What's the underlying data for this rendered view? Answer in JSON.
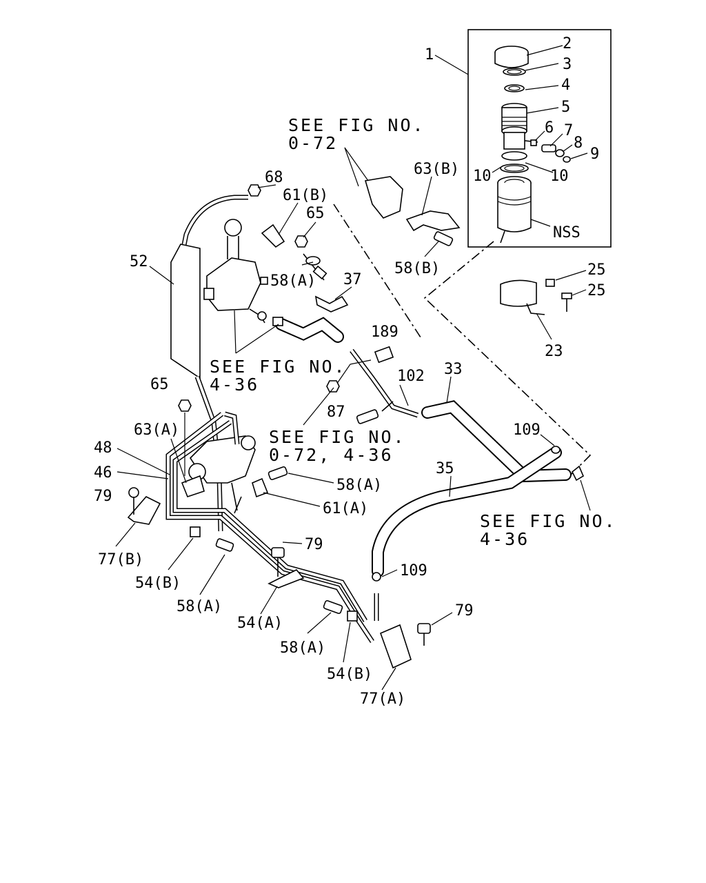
{
  "diagram": {
    "callouts": {
      "c1": "1",
      "c2": "2",
      "c3": "3",
      "c4": "4",
      "c5": "5",
      "c6": "6",
      "c7": "7",
      "c8": "8",
      "c9": "9",
      "c10a": "10",
      "c10b": "10",
      "nss": "NSS",
      "c25a": "25",
      "c25b": "25",
      "c23": "23",
      "c68": "68",
      "c61b": "61(B)",
      "c65a": "65",
      "c58a_top": "58(A)",
      "c63b": "63(B)",
      "c58b": "58(B)",
      "c52": "52",
      "c37": "37",
      "c189": "189",
      "c33": "33",
      "c102": "102",
      "c87": "87",
      "c65b": "65",
      "c63a": "63(A)",
      "c48": "48",
      "c46": "46",
      "c79a": "79",
      "c58a_mid": "58(A)",
      "c61a": "61(A)",
      "c109a": "109",
      "c35": "35",
      "c77b": "77(B)",
      "c54b_left": "54(B)",
      "c58a_left": "58(A)",
      "c79b": "79",
      "c109b": "109",
      "c54a": "54(A)",
      "c79c": "79",
      "c58a_bottom": "58(A)",
      "c54b_bottom": "54(B)",
      "c77a": "77(A)"
    },
    "references": {
      "ref1_line1": "SEE FIG NO.",
      "ref1_line2": "0-72",
      "ref2_line1": "SEE FIG NO.",
      "ref2_line2": "4-36",
      "ref3_line1": "SEE FIG NO.",
      "ref3_line2": "0-72, 4-36",
      "ref4_line1": "SEE FIG NO.",
      "ref4_line2": "4-36"
    }
  }
}
